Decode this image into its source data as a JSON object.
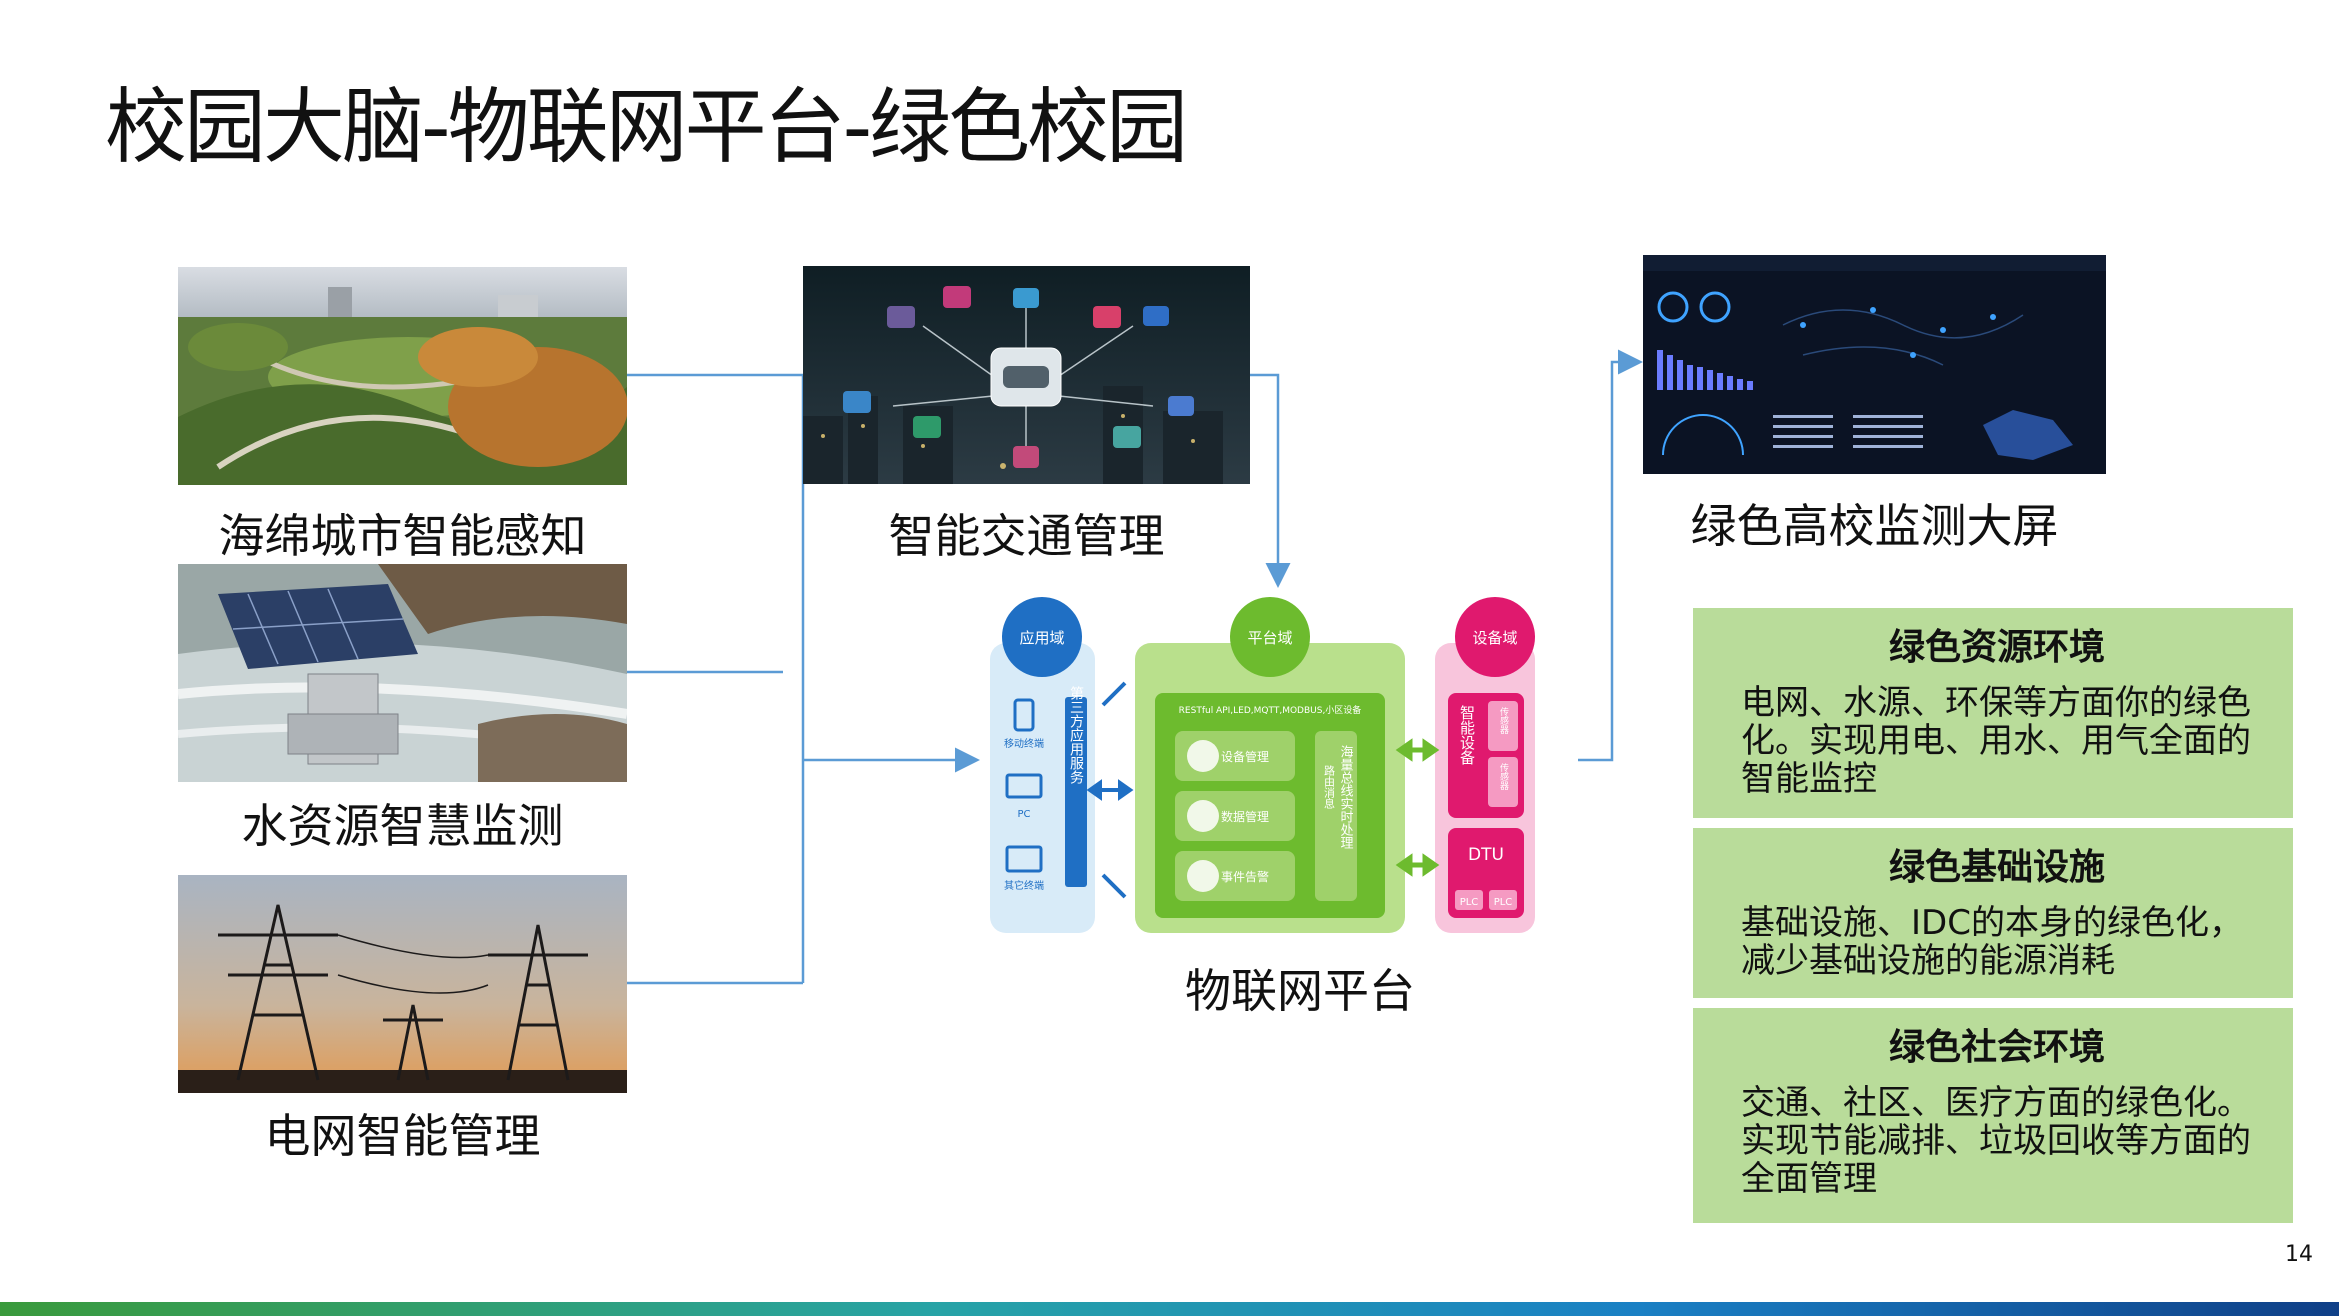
{
  "title": "校园大脑-物联网平台-绿色校园",
  "left_items": [
    {
      "caption": "海绵城市智能感知"
    },
    {
      "caption": "水资源智慧监测"
    },
    {
      "caption": "电网智能管理"
    }
  ],
  "center": {
    "top_caption": "智能交通管理",
    "platform_caption": "物联网平台",
    "diagram": {
      "app_domain": "应用域",
      "platform_domain": "平台域",
      "device_domain": "设备域",
      "third_party": "第三方应用服务",
      "protocols": "RESTful API,LED,MQTT,MODBUS,小区设备",
      "terminals": [
        "移动终端",
        "PC",
        "其它终端"
      ],
      "modules": [
        "设备管理",
        "数据管理",
        "事件告警"
      ],
      "bus": "海量总线实时处理",
      "router": "路由消息",
      "smart_devices": "智能设备",
      "sensors": [
        "传感器",
        "传感器"
      ],
      "dtu": "DTU",
      "plc": [
        "PLC",
        "PLC"
      ]
    }
  },
  "right": {
    "screen_caption": "绿色高校监测大屏",
    "panels": [
      {
        "title": "绿色资源环境",
        "body": "电网、水源、环保等方面你的绿色化。实现用电、用水、用气全面的智能监控"
      },
      {
        "title": "绿色基础设施",
        "body": "基础设施、IDC的本身的绿色化，减少基础设施的能源消耗"
      },
      {
        "title": "绿色社会环境",
        "body": "交通、社区、医疗方面的绿色化。实现节能减排、垃圾回收等方面的全面管理"
      }
    ]
  },
  "page_number": "14",
  "colors": {
    "connector": "#5b9bd5",
    "panel_bg": "#b9dc9a",
    "app_domain": "#1f6fc4",
    "platform_domain": "#6dbb2e",
    "device_domain": "#e0196e"
  }
}
